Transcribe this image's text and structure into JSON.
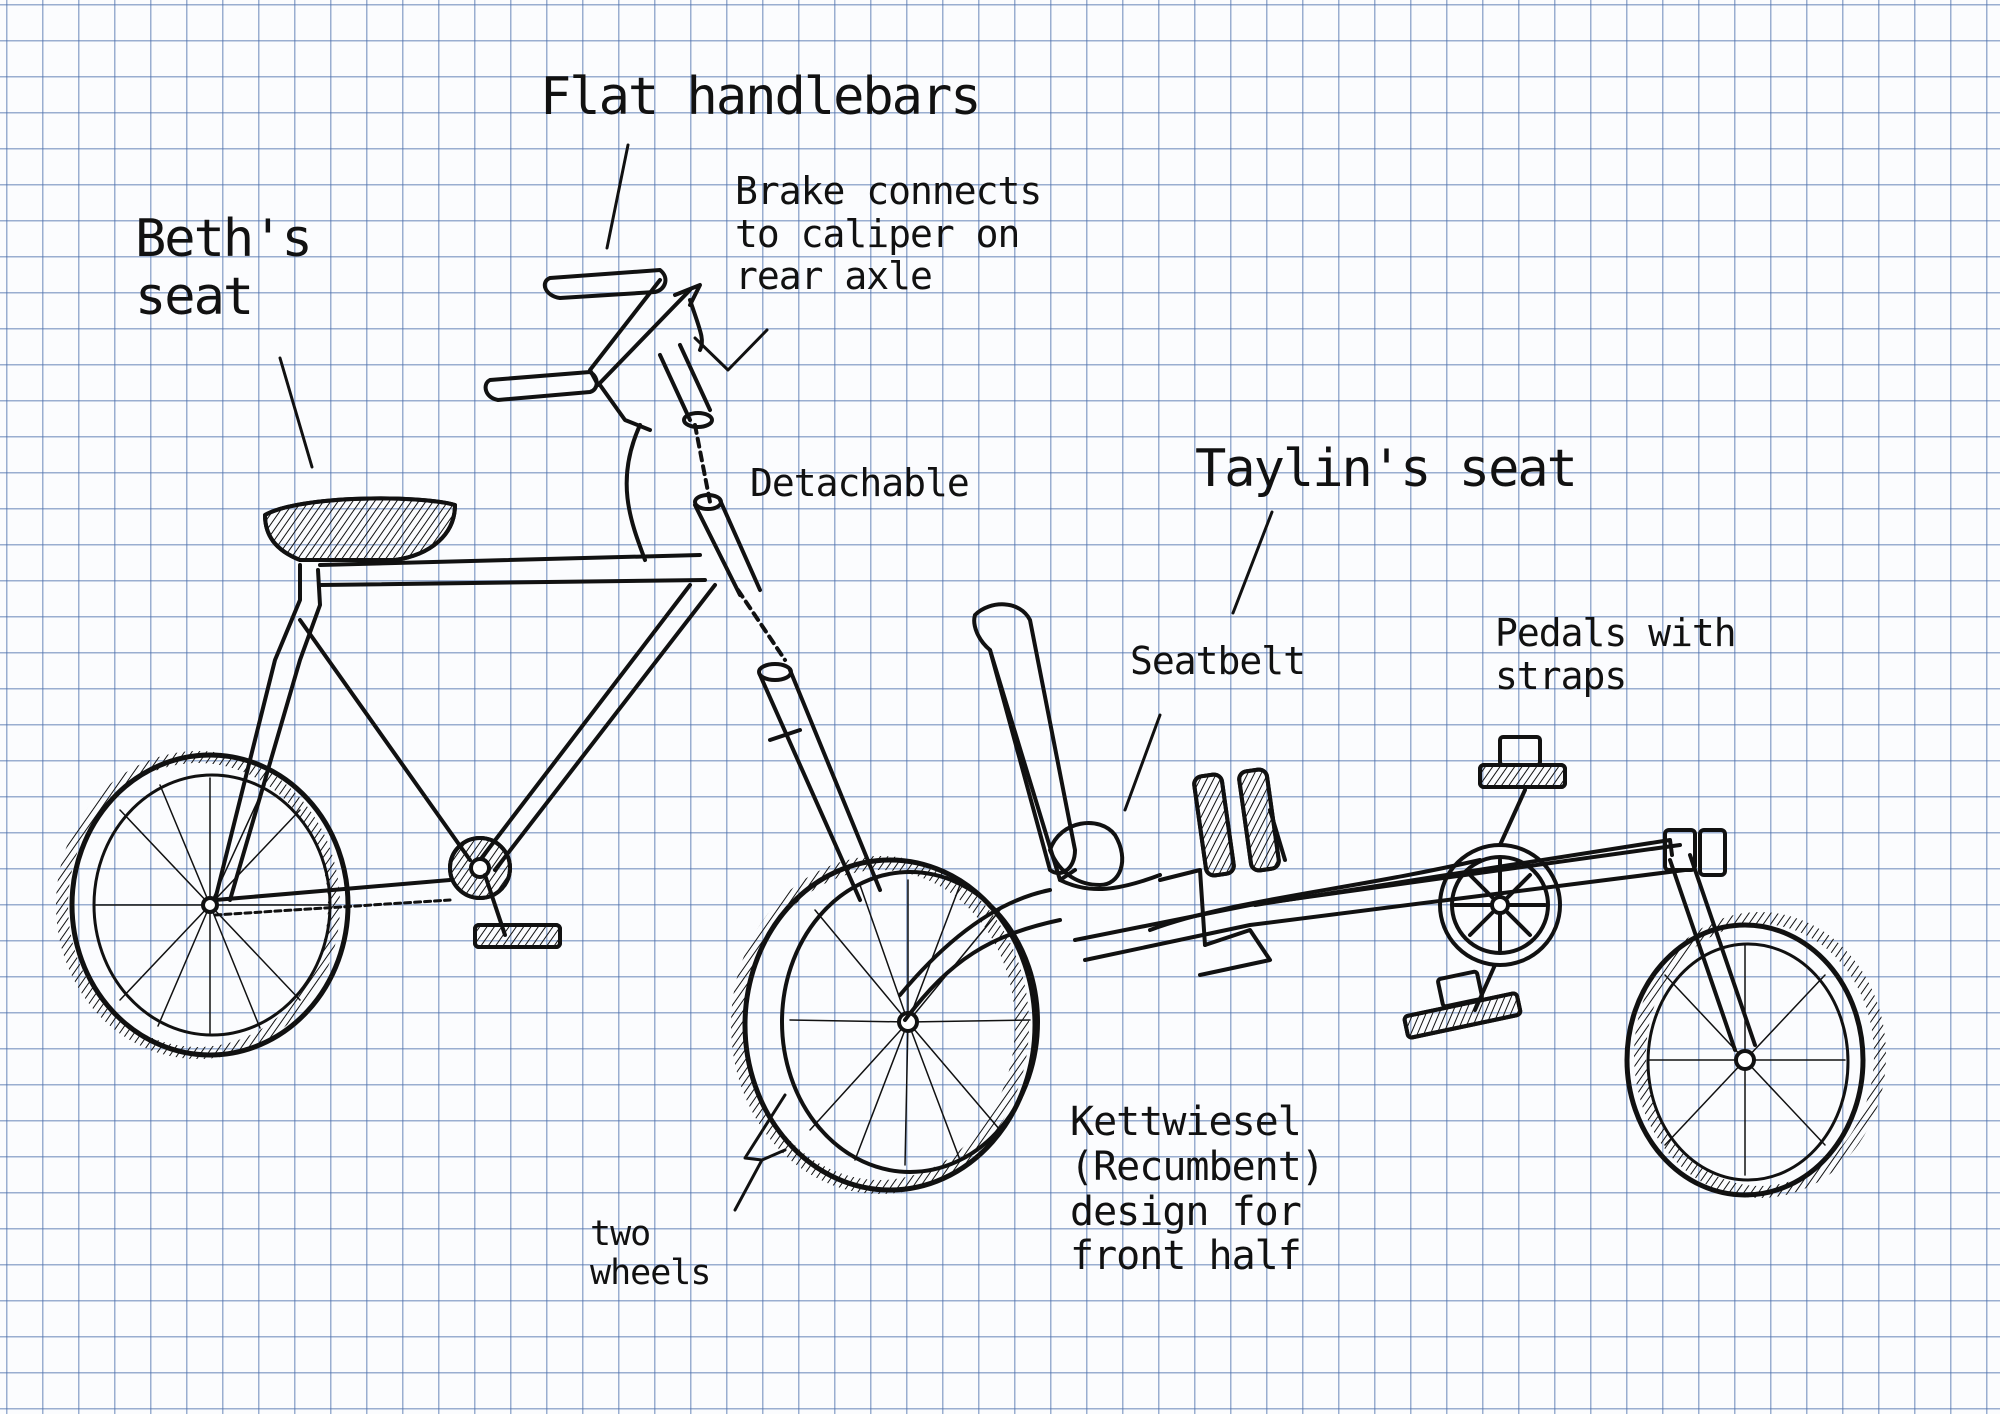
{
  "labels": {
    "flat_handlebars": "Flat handlebars",
    "beths_seat": "Beth's\nseat",
    "brake": "Brake connects\nto caliper on\nrear axle",
    "detachable": "Detachable",
    "taylins_seat": "Taylin's seat",
    "seatbelt": "Seatbelt",
    "pedals": "Pedals with\nstraps",
    "two_wheels": "two\nwheels",
    "kettwiesel": "Kettwiesel\n(Recumbent)\ndesign for\nfront half"
  },
  "colors": {
    "ink": "#111111",
    "grid": "#4a6daa",
    "paper": "#fbfcfe"
  }
}
